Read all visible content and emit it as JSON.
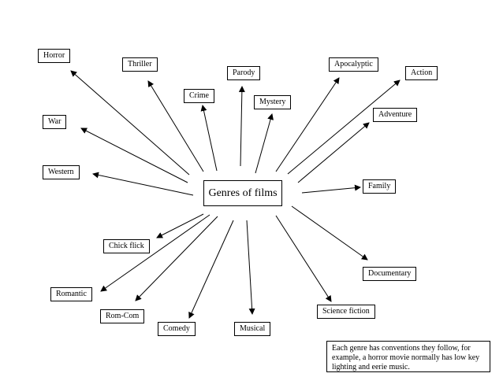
{
  "center": "Genres of films",
  "genres": [
    {
      "id": "horror",
      "label": "Horror"
    },
    {
      "id": "thriller",
      "label": "Thriller"
    },
    {
      "id": "parody",
      "label": "Parody"
    },
    {
      "id": "apocalyptic",
      "label": "Apocalyptic"
    },
    {
      "id": "action",
      "label": "Action"
    },
    {
      "id": "crime",
      "label": "Crime"
    },
    {
      "id": "mystery",
      "label": "Mystery"
    },
    {
      "id": "war",
      "label": "War"
    },
    {
      "id": "adventure",
      "label": "Adventure"
    },
    {
      "id": "western",
      "label": "Western"
    },
    {
      "id": "family",
      "label": "Family"
    },
    {
      "id": "chick_flick",
      "label": "Chick flick"
    },
    {
      "id": "documentary",
      "label": "Documentary"
    },
    {
      "id": "romantic",
      "label": "Romantic"
    },
    {
      "id": "science_fiction",
      "label": "Science fiction"
    },
    {
      "id": "rom_com",
      "label": "Rom-Com"
    },
    {
      "id": "comedy",
      "label": "Comedy"
    },
    {
      "id": "musical",
      "label": "Musical"
    }
  ],
  "note": "Each genre has conventions they follow, for example, a horror movie normally has low key lighting and eerie music."
}
